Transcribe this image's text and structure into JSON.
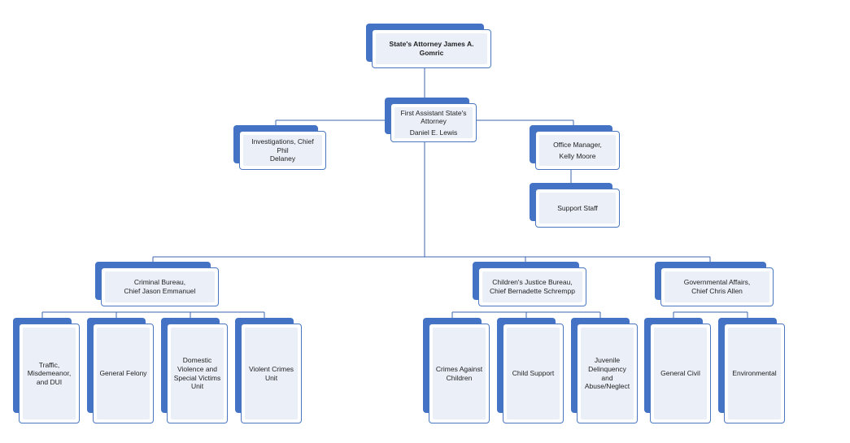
{
  "colors": {
    "accent": "#4472c4",
    "card_border": "#4a76c2",
    "card_fill": "#eaeff8",
    "connector": "#3b64ad"
  },
  "nodes": {
    "state_attorney": {
      "lines": [
        "State's Attorney James A. Gomric"
      ]
    },
    "first_assistant": {
      "lines": [
        "First Assistant State's",
        "Attorney",
        "Daniel E. Lewis"
      ]
    },
    "investigations": {
      "lines": [
        "Investigations, Chief Phil",
        "Delaney"
      ]
    },
    "office_manager": {
      "lines": [
        "Office Manager,",
        "Kelly Moore"
      ]
    },
    "support_staff": {
      "lines": [
        "Support Staff"
      ]
    },
    "criminal_bureau": {
      "lines": [
        "Criminal Bureau,",
        "Chief Jason Emmanuel"
      ]
    },
    "childrens_justice_bureau": {
      "lines": [
        "Children's Justice Bureau,",
        "Chief Bernadette Schrempp"
      ]
    },
    "governmental_affairs": {
      "lines": [
        "Governmental Affairs,",
        "Chief Chris Allen"
      ]
    },
    "traffic": {
      "lines": [
        "Traffic,",
        "Misdemeanor,",
        "and DUI"
      ]
    },
    "general_felony": {
      "lines": [
        "General Felony"
      ]
    },
    "domestic_violence": {
      "lines": [
        "Domestic",
        "Violence and",
        "Special Victims",
        "Unit"
      ]
    },
    "violent_crimes": {
      "lines": [
        "Violent Crimes",
        "Unit"
      ]
    },
    "crimes_against_children": {
      "lines": [
        "Crimes Against",
        "Children"
      ]
    },
    "child_support": {
      "lines": [
        "Child Support"
      ]
    },
    "juvenile_delinquency": {
      "lines": [
        "Juvenile",
        "Delinquency and",
        "Abuse/Neglect"
      ]
    },
    "general_civil": {
      "lines": [
        "General Civil"
      ]
    },
    "environmental": {
      "lines": [
        "Environmental"
      ]
    }
  }
}
